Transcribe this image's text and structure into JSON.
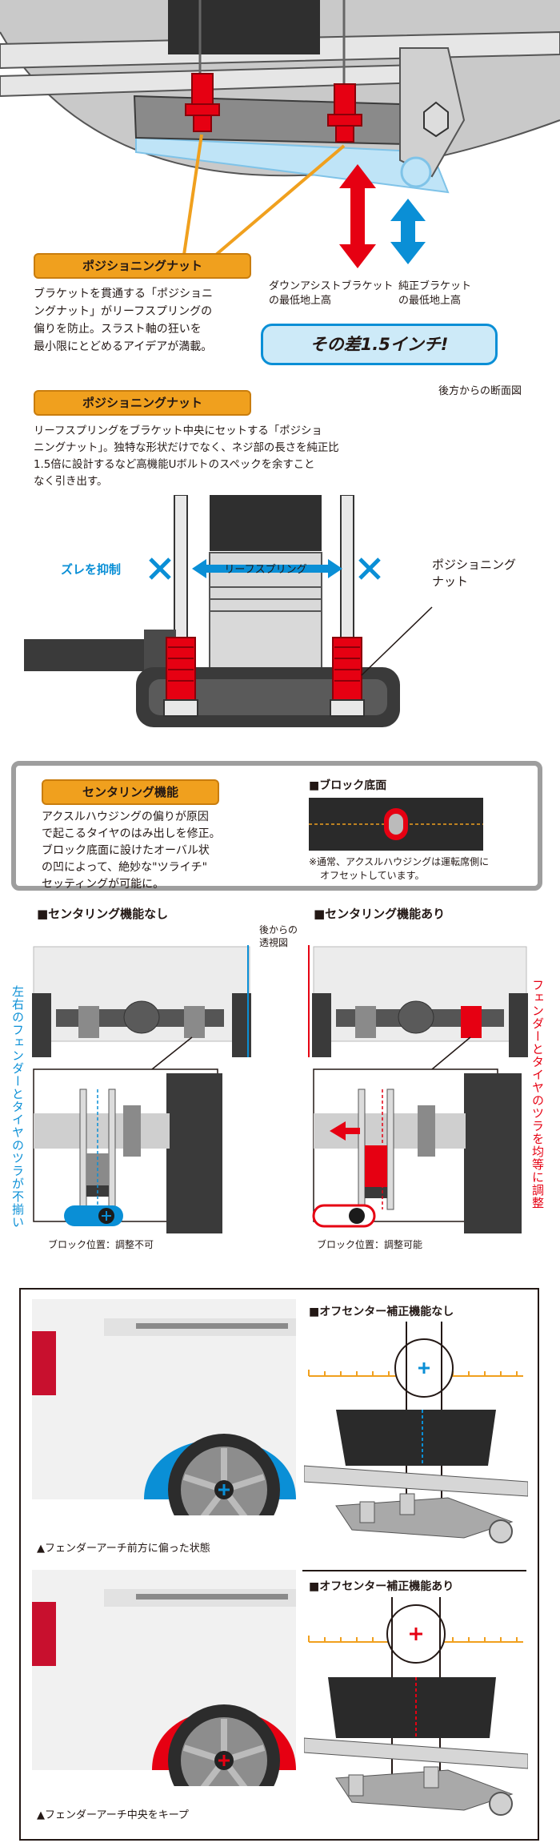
{
  "section1": {
    "nut_tag": "ポジショニングナット",
    "nut_desc_lines": [
      "ブラケットを貫通する「ポジショニ",
      "ングナット」がリーフスプリングの",
      "偏りを防止。スラスト軸の狂いを",
      "最小限にとどめるアイデアが満載。"
    ],
    "down_assist_label_lines": [
      "ダウンアシストブラケット",
      "の最低地上高"
    ],
    "stock_label_lines": [
      "純正ブラケット",
      "の最低地上高"
    ],
    "difference_badge": "その差1.5インチ!"
  },
  "section2": {
    "view_note": "後方からの断面図",
    "nut_tag": "ポジショニングナット",
    "desc_lines": [
      "リーフスプリングをブラケット中央にセットする「ポジショ",
      "ニングナット」。独特な形状だけでなく、ネジ部の長さを純正比",
      "1.5倍に設計するなど高機能Uボルトのスペックを余すこと",
      "なく引き出す。"
    ],
    "shift_label": "ズレを抑制",
    "leaf_label": "リーフスプリング",
    "nut_callout_lines": [
      "ポジショニング",
      "ナット"
    ]
  },
  "section3": {
    "centering_tag": "センタリング機能",
    "desc_lines": [
      "アクスルハウジングの偏りが原因",
      "で起こるタイヤのはみ出しを修正。",
      "ブロック底面に設けたオーバル状",
      "の凹によって、絶妙な\"ツライチ\"",
      "セッティングが可能に。"
    ],
    "block_bottom_title": "■ブロック底面",
    "note_lines": [
      "※通常、アクスルハウジングは運転席側に",
      "オフセットしています。"
    ]
  },
  "section4": {
    "without_title": "■センタリング機能なし",
    "with_title": "■センタリング機能あり",
    "view_note_lines": [
      "後から",
      "の",
      "透視図"
    ],
    "left_vertical": "左右のフェンダーとタイヤのツラが不揃い",
    "right_vertical": "フェンダーとタイヤのツラを均等に調整",
    "left_caption": "ブロック位置：調整不可",
    "right_caption": "ブロック位置：調整可能"
  },
  "section5": {
    "offcenter_without": "■オフセンター補正機能なし",
    "offcenter_with": "■オフセンター補正機能あり",
    "caption_top": "▲フェンダーアーチ前方に偏った状態",
    "caption_bottom": "▲フェンダーアーチ中央をキープ"
  },
  "colors": {
    "orange": "#f0a01e",
    "red": "#e60012",
    "blue": "#0a8fd6",
    "light_blue": "#9fd9f6",
    "gray": "#7d7d7d",
    "dark": "#231815"
  }
}
